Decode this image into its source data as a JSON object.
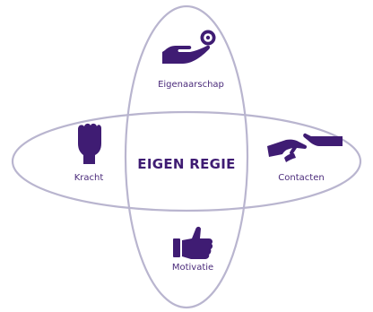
{
  "center_title": "EIGEN REGIE",
  "nodes": {
    "top": {
      "label": "Eigenaarschap",
      "icon": "hand-with-target-icon"
    },
    "left": {
      "label": "Kracht",
      "icon": "fist-icon"
    },
    "right": {
      "label": "Contacten",
      "icon": "reaching-hands-icon"
    },
    "bottom": {
      "label": "Motivatie",
      "icon": "thumbs-up-icon"
    }
  },
  "colors": {
    "ellipse_stroke": "#b9b5cf",
    "icon_fill": "#3f1c73",
    "text": "#4a2a7a"
  }
}
